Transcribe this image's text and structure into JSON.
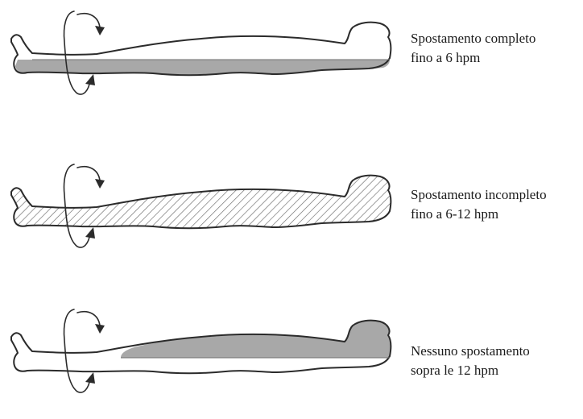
{
  "figure": {
    "colors": {
      "outline": "#2b2b2b",
      "fill": "#a8a8a8",
      "hatch": "#6a6a6a",
      "text": "#1a1a1a",
      "background": "#ffffff"
    },
    "panels": [
      {
        "pattern": "solid-lower-half",
        "caption_line1": "Spostamento completo",
        "caption_line2": "fino a 6 hpm"
      },
      {
        "pattern": "hatched-full-body",
        "caption_line1": "Spostamento incompleto",
        "caption_line2": "fino a 6-12 hpm"
      },
      {
        "pattern": "solid-upper-half",
        "caption_line1": "Nessuno spostamento",
        "caption_line2": "sopra le 12 hpm"
      }
    ]
  }
}
